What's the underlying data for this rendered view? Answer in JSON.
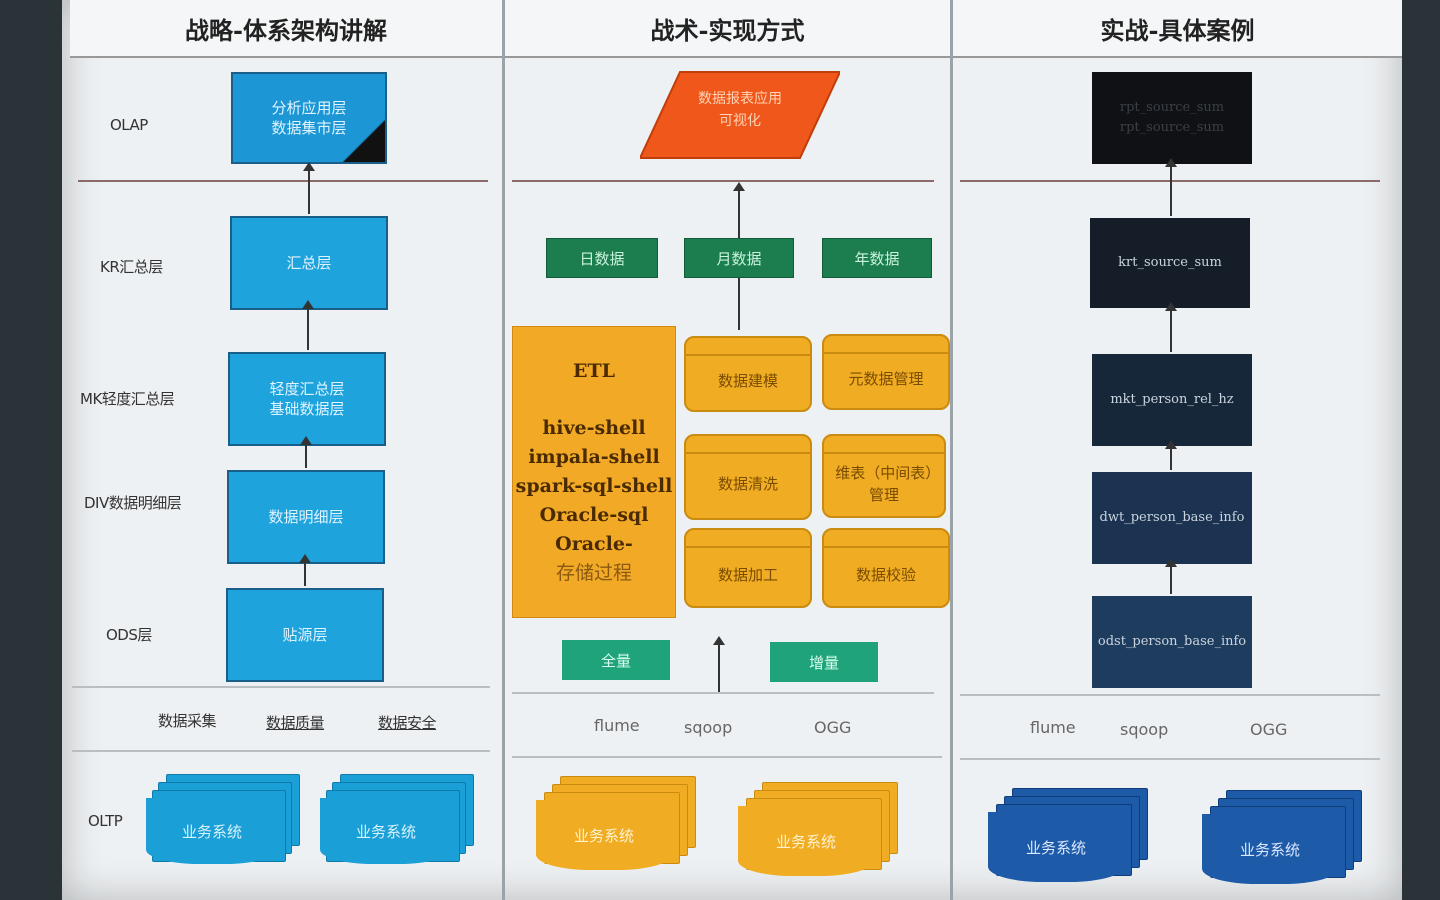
{
  "columns": {
    "strategy": "战略-体系架构讲解",
    "tactics": "战术-实现方式",
    "practice": "实战-具体案例"
  },
  "strategy": {
    "layers": [
      "OLAP",
      "KR汇总层",
      "MK轻度汇总层",
      "DIV数据明细层",
      "ODS层",
      "OLTP"
    ],
    "olap_box": "分析应用层\n数据集市层",
    "kr_box": "汇总层",
    "mk_box": "轻度汇总层\n基础数据层",
    "dw_box": "数据明细层",
    "ods_box": "贴源层",
    "bottom_links": [
      "数据采集",
      "数据质量",
      "数据安全"
    ],
    "systems": [
      "业务系统",
      "业务系统"
    ]
  },
  "tactics": {
    "top": "数据报表应用\n可视化",
    "periods": [
      "日数据",
      "月数据",
      "年数据"
    ],
    "etl": {
      "title": "ETL",
      "lines": [
        "hive-shell",
        "impala-shell",
        "spark-sql-shell",
        "Oracle-sql",
        "Oracle-",
        "存储过程"
      ]
    },
    "blocks": [
      "数据建模",
      "元数据管理",
      "数据清洗",
      "维表（中间表）管理",
      "数据加工",
      "数据校验"
    ],
    "loads": [
      "全量",
      "增量"
    ],
    "tools": [
      "flume",
      "sqoop",
      "OGG"
    ],
    "systems": [
      "业务系统",
      "业务系统"
    ]
  },
  "practice": {
    "olap_lines": [
      "rpt_source_sum",
      "rpt_source_sum"
    ],
    "kr_box": "krt_source_sum",
    "mk_box": "mkt_person_rel_hz",
    "dw_box": "dwt_person_base_info",
    "ods_box": "odst_person_base_info",
    "tools": [
      "flume",
      "sqoop",
      "OGG"
    ],
    "systems": [
      "业务系统",
      "业务系统"
    ]
  },
  "colors": {
    "blue": "#1fa3dc",
    "orange": "#f2a926",
    "red": "#f0571a",
    "green": "#1c7d4e",
    "navy": "#16222e",
    "darkblue": "#1d5aa8"
  }
}
